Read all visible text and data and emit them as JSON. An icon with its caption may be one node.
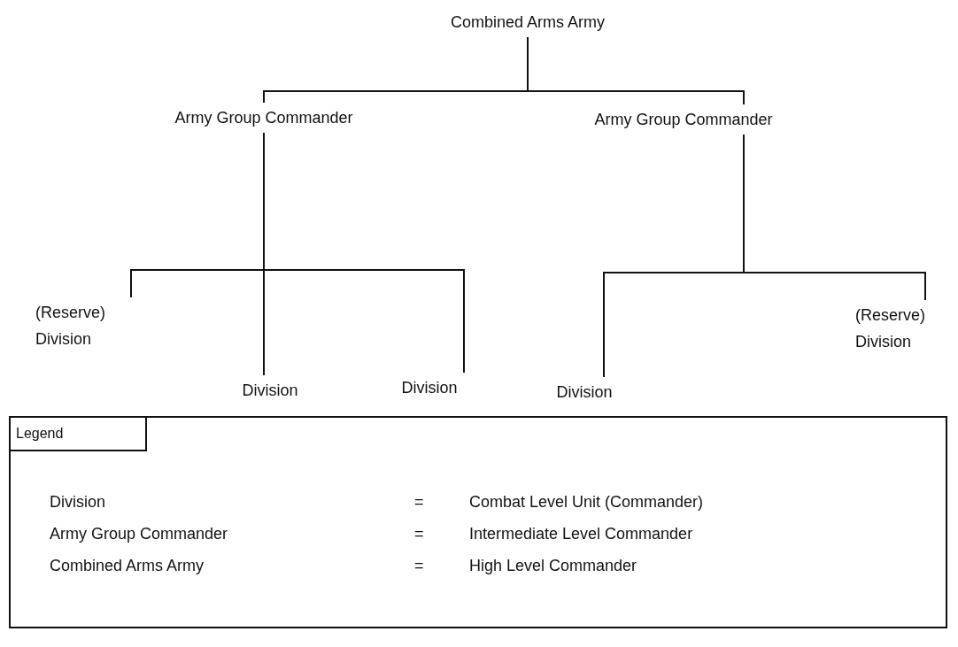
{
  "diagram": {
    "nodes": [
      {
        "text": [
          "Combined Arms Army"
        ]
      },
      {
        "text": [
          "Army Group Commander"
        ]
      },
      {
        "text": [
          "Army Group Commander"
        ]
      },
      {
        "text": [
          "(Reserve) Division"
        ]
      },
      {
        "text": [
          "Division"
        ]
      },
      {
        "text": [
          "Division"
        ]
      },
      {
        "text": [
          "Division"
        ]
      },
      {
        "text": [
          "(Reserve) Division"
        ]
      },
      {
        "text": [
          "Legend"
        ]
      }
    ],
    "edges": [
      {
        "from": 0,
        "to": 1,
        "arrow": "none"
      },
      {
        "from": 0,
        "to": 2,
        "arrow": "none"
      },
      {
        "from": 1,
        "to": 3,
        "arrow": "none"
      },
      {
        "from": 1,
        "to": 4,
        "arrow": "none"
      },
      {
        "from": 1,
        "to": 5,
        "arrow": "none"
      },
      {
        "from": 2,
        "to": 6,
        "arrow": "none"
      },
      {
        "from": 2,
        "to": 7,
        "arrow": "none"
      }
    ],
    "labels": [
      "Division",
      "=",
      "Combat Level Unit (Commander)",
      "Army Group Commander",
      "=",
      "Intermediate Level Commander",
      "Combined Arms Army",
      "=",
      "High Level Commander"
    ]
  }
}
